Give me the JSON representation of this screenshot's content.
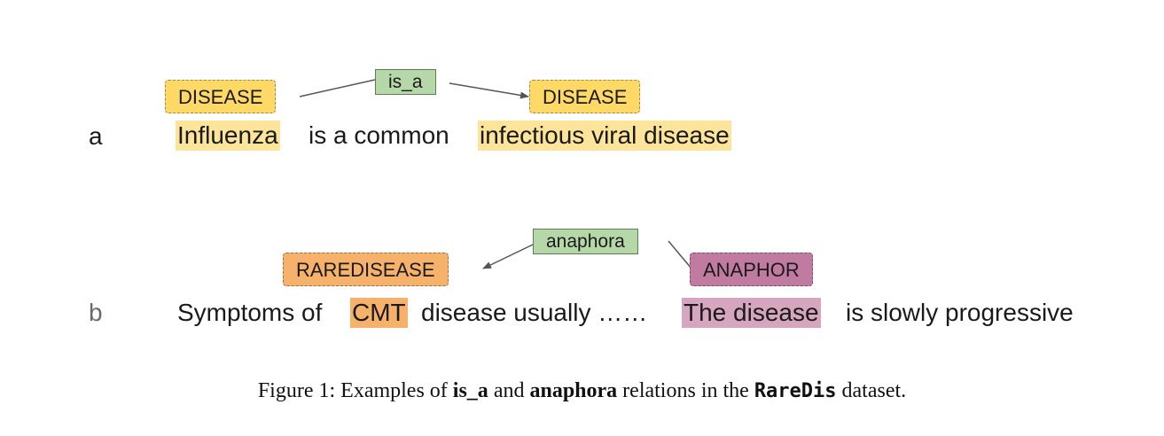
{
  "row_a": {
    "letter": "a",
    "tokens": [
      "Influenza",
      "is a common",
      "infectious viral disease"
    ],
    "entities": [
      "DISEASE",
      "DISEASE"
    ],
    "relation": "is_a"
  },
  "row_b": {
    "letter": "b",
    "tokens": [
      "Symptoms of",
      "CMT",
      "disease usually ……",
      "The disease",
      "is slowly progressive"
    ],
    "entities": [
      "RAREDISEASE",
      "ANAPHOR"
    ],
    "relation": "anaphora"
  },
  "caption": {
    "prefix": "Figure 1:  Examples of",
    "rel1": "is_a",
    "and": "and",
    "rel2": "anaphora",
    "mid": "relations in the",
    "dataset_name": "RareDis",
    "suffix": "dataset."
  },
  "colors": {
    "disease_entity": "#ffd966",
    "disease_highlight": "#fde49b",
    "rarediseae_entity": "#f6b26b",
    "anaphor_entity": "#c27ba0",
    "anaphor_highlight": "#d5a6bd",
    "relation_box": "#b6d7a8"
  }
}
